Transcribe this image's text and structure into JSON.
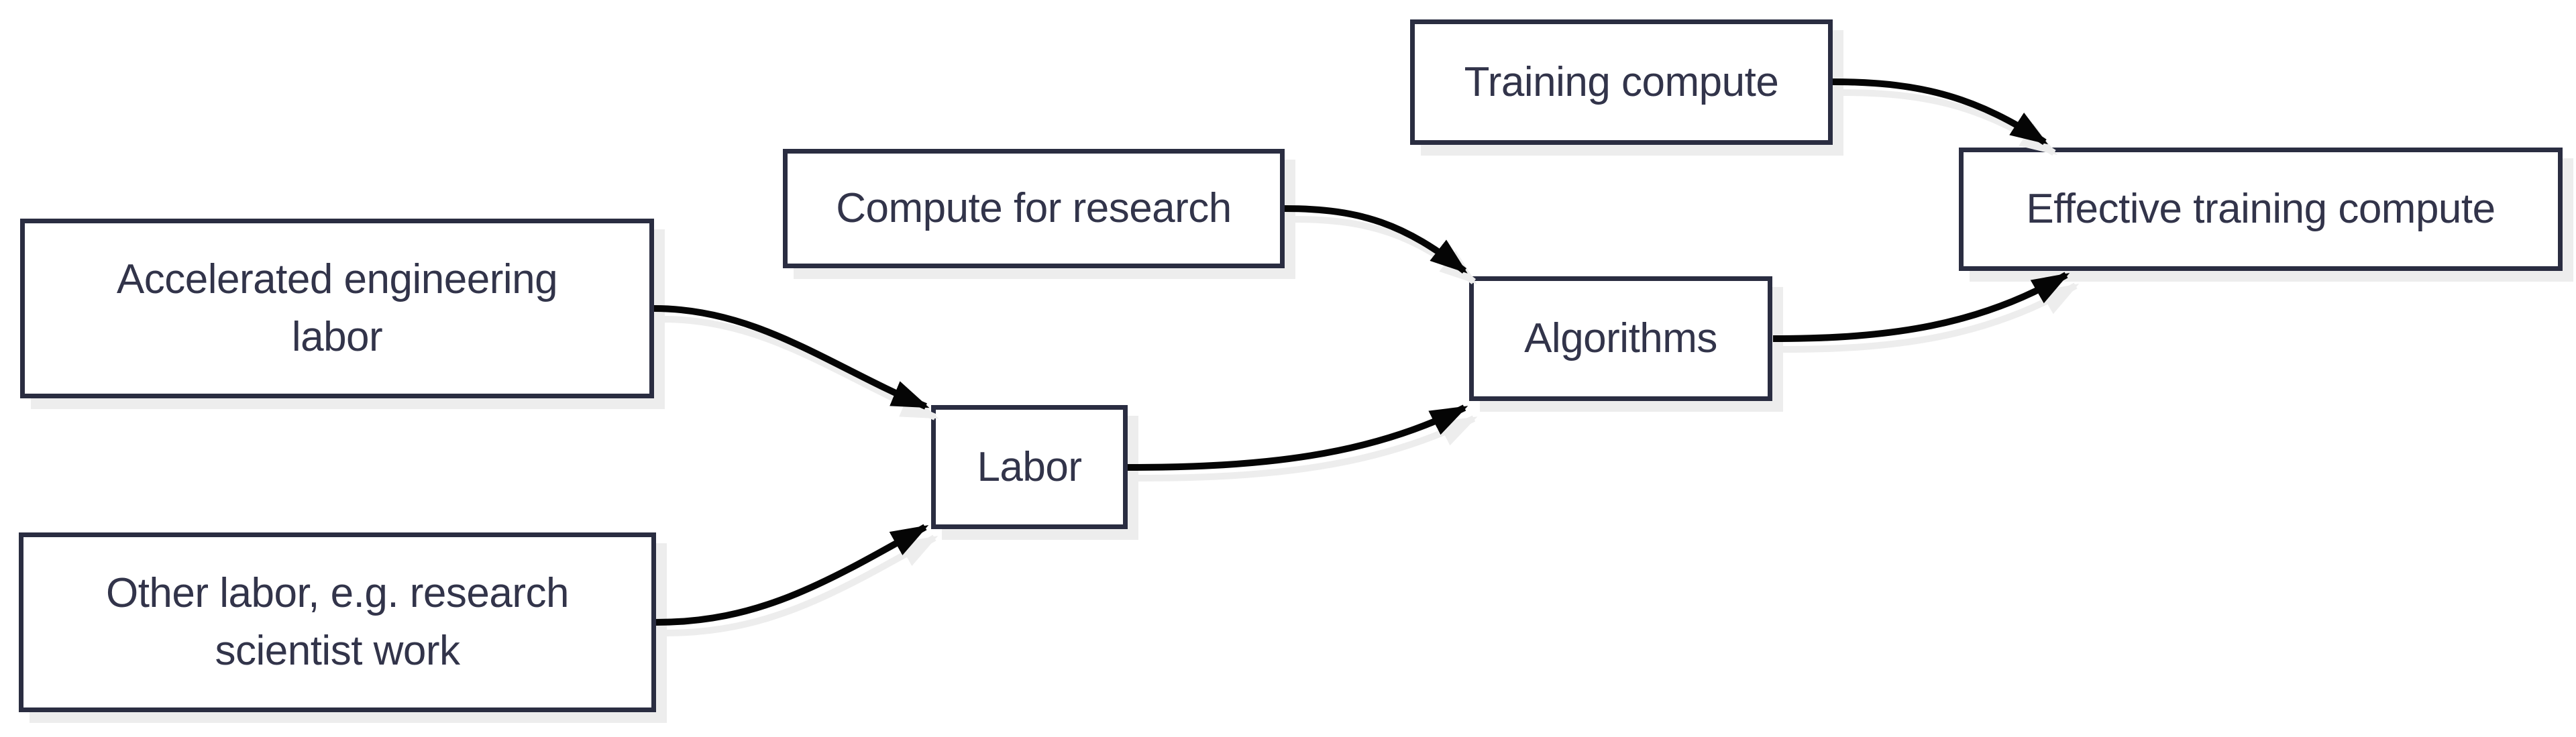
{
  "diagram": {
    "title": "",
    "background_color": "#ffffff",
    "node_fill_color": "#ffffff",
    "node_border_color": "#2a2d41",
    "node_text_color": "#32344a",
    "arrow_color": "#050505",
    "shadow_color": "#ededed",
    "nodes": [
      {
        "id": "accelerated-engineering-labor",
        "label": "Accelerated engineering labor"
      },
      {
        "id": "other-labor",
        "label": "Other labor, e.g. research scientist work"
      },
      {
        "id": "compute-for-research",
        "label": "Compute for research"
      },
      {
        "id": "labor",
        "label": "Labor"
      },
      {
        "id": "training-compute",
        "label": "Training compute"
      },
      {
        "id": "algorithms",
        "label": "Algorithms"
      },
      {
        "id": "effective-training-compute",
        "label": "Effective training compute"
      }
    ],
    "edges": [
      {
        "from": "accelerated-engineering-labor",
        "to": "labor"
      },
      {
        "from": "other-labor",
        "to": "labor"
      },
      {
        "from": "labor",
        "to": "algorithms"
      },
      {
        "from": "compute-for-research",
        "to": "algorithms"
      },
      {
        "from": "algorithms",
        "to": "effective-training-compute"
      },
      {
        "from": "training-compute",
        "to": "effective-training-compute"
      }
    ]
  }
}
